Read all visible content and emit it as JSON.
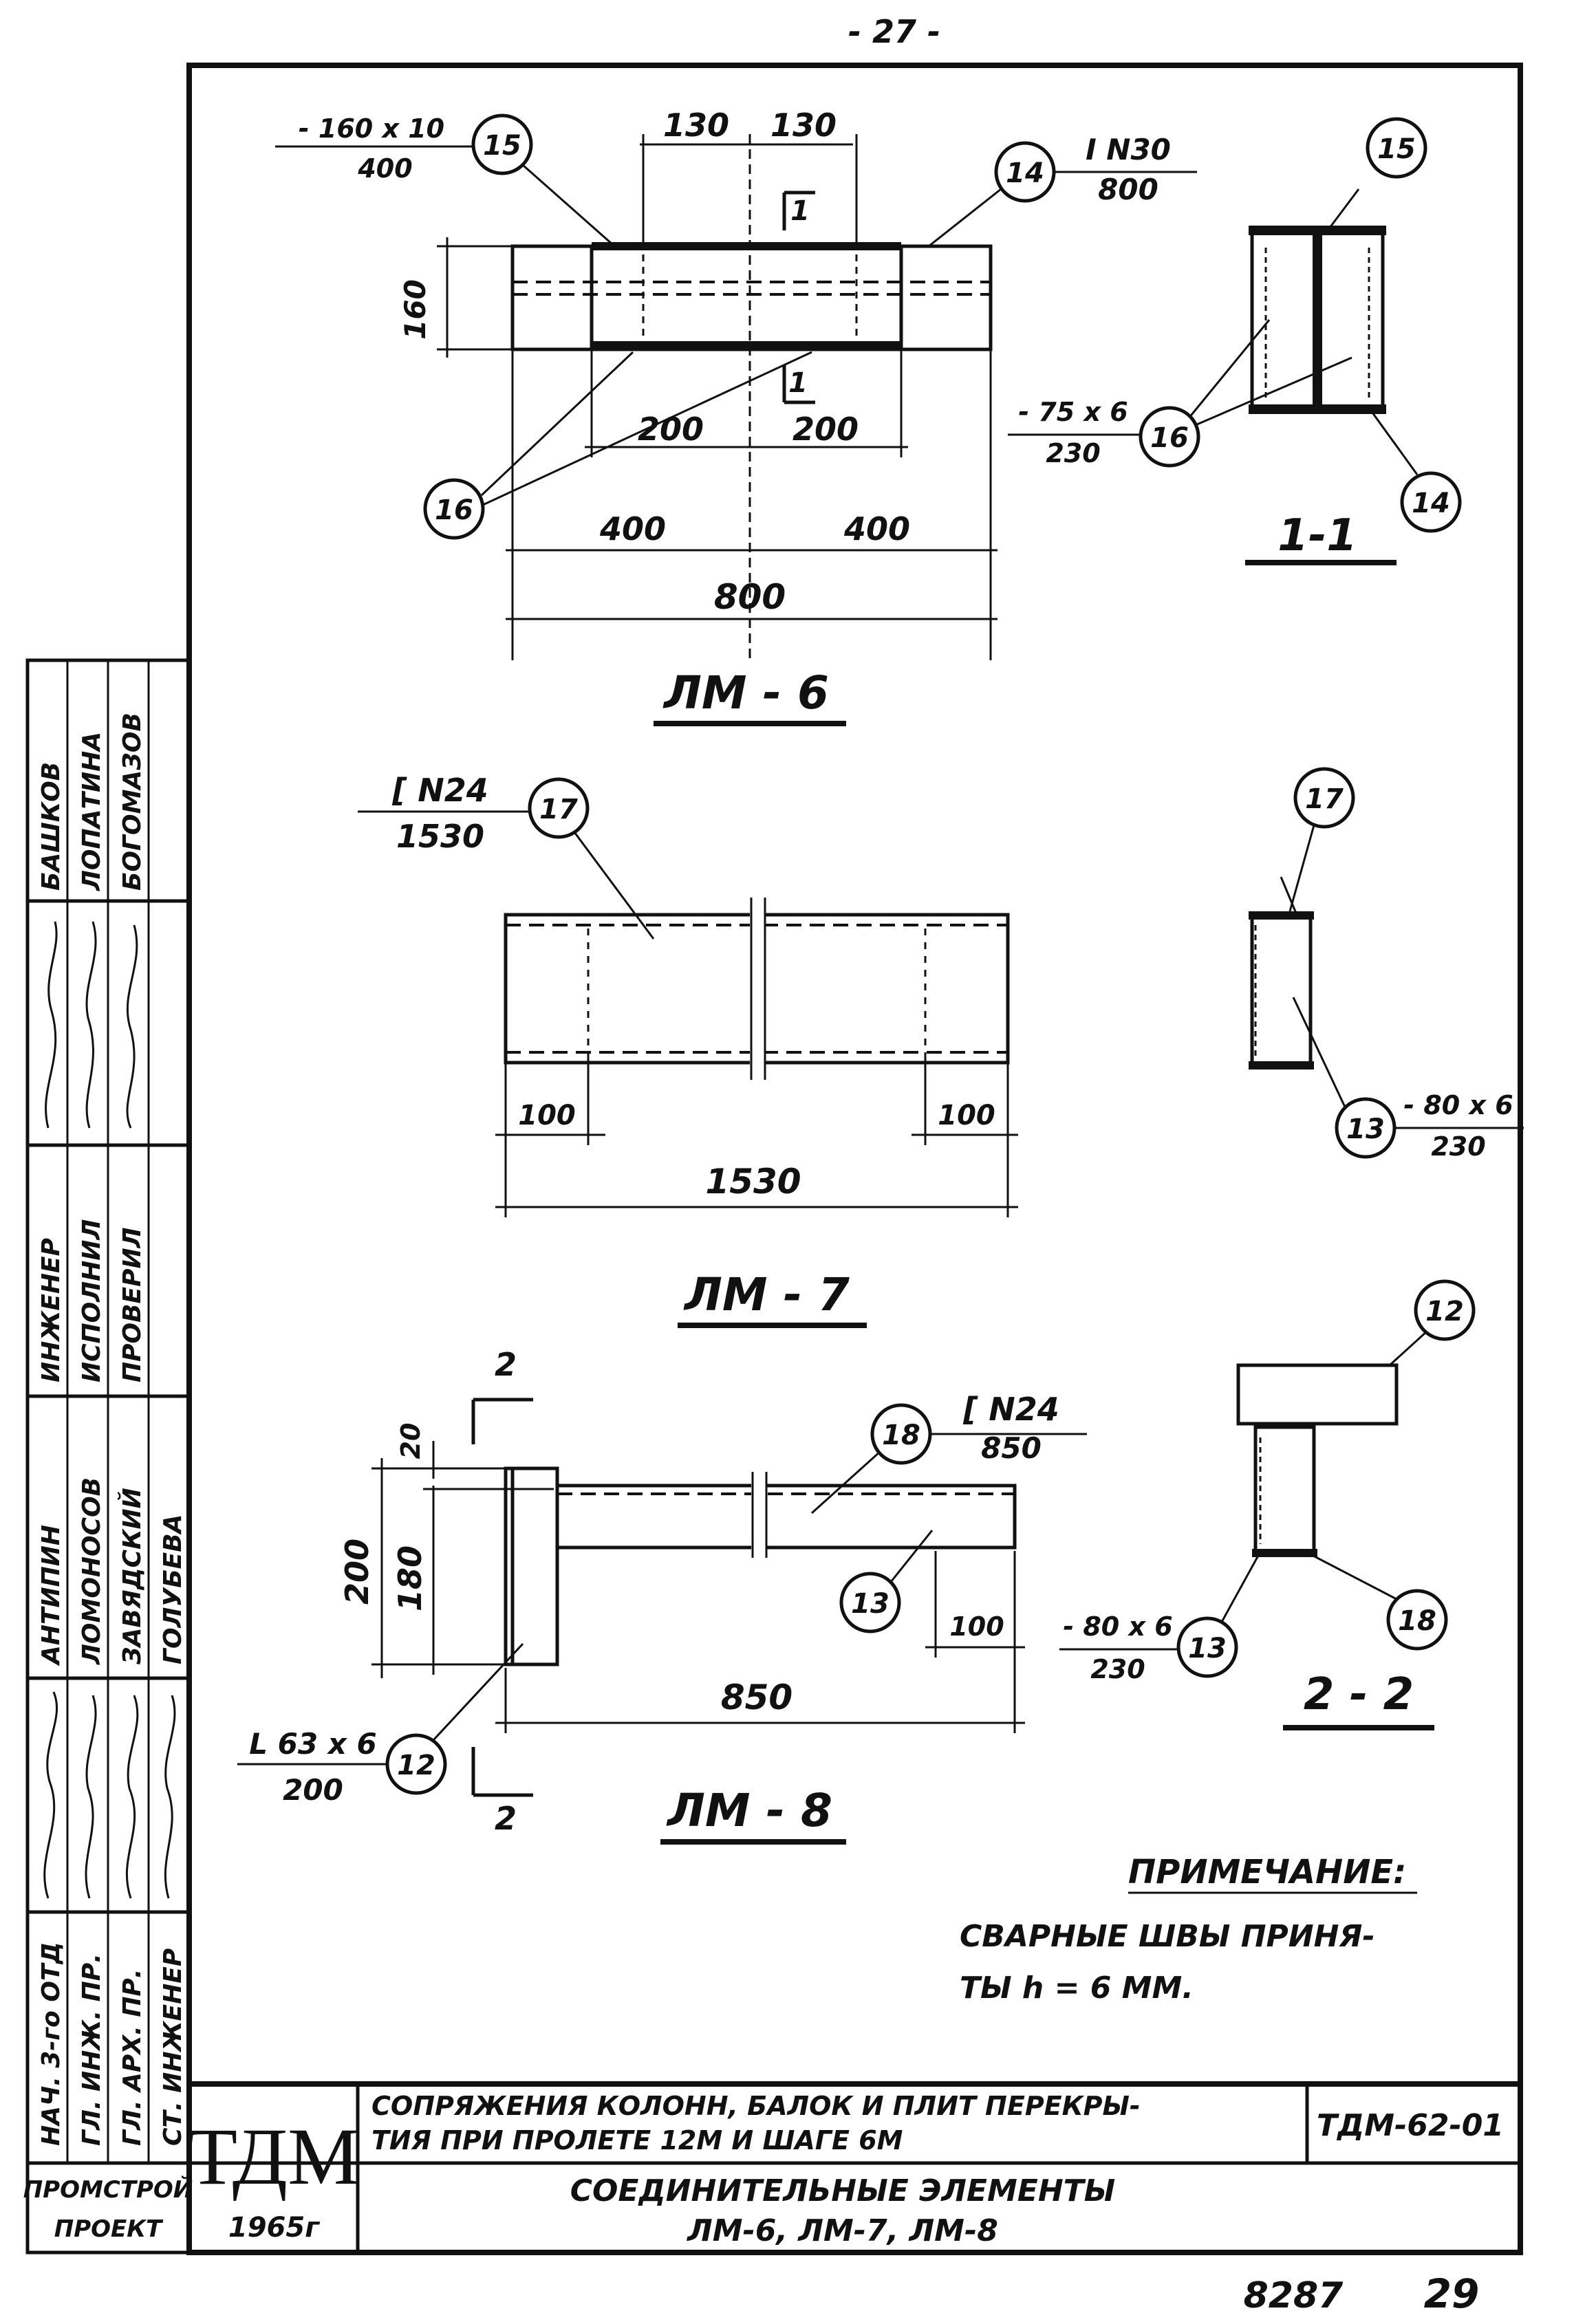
{
  "page": {
    "top_number": "- 27 -",
    "bottom_numbers": [
      "8287",
      "29"
    ]
  },
  "lm6": {
    "title": "ЛМ - 6",
    "section_title": "1-1",
    "section_mark": "1",
    "dims": {
      "d130a": "130",
      "d130b": "130",
      "d160": "160",
      "d200a": "200",
      "d200b": "200",
      "d400a": "400",
      "d400b": "400",
      "d800": "800"
    },
    "callouts": {
      "c15_label_top": "- 160 x 10",
      "c15_label_bottom": "400",
      "c14_label_top": "I N30",
      "c14_label_bottom": "800",
      "c16_label_top": "- 75 x 6",
      "c16_label_bottom": "230"
    },
    "numbers": {
      "n15": "15",
      "n14": "14",
      "n16": "16"
    }
  },
  "lm7": {
    "title": "ЛМ - 7",
    "dims": {
      "d100a": "100",
      "d100b": "100",
      "d1530": "1530"
    },
    "callouts": {
      "c17_label_top": "[ N24",
      "c17_label_bottom": "1530",
      "c13_label_top": "- 80 x 6",
      "c13_label_bottom": "230"
    },
    "numbers": {
      "n17": "17",
      "n13": "13"
    }
  },
  "lm8": {
    "title": "ЛМ - 8",
    "section_title": "2 - 2",
    "section_mark": "2",
    "dims": {
      "d20": "20",
      "d200": "200",
      "d180": "180",
      "d100": "100",
      "d850": "850"
    },
    "callouts": {
      "c18_label_top": "[ N24",
      "c18_label_bottom": "850",
      "c12_label_top": "L 63 x 6",
      "c12_label_bottom": "200",
      "c13_label_top": "- 80 x 6",
      "c13_label_bottom": "230"
    },
    "numbers": {
      "n18": "18",
      "n13": "13",
      "n12": "12"
    }
  },
  "note": {
    "title": "ПРИМЕЧАНИЕ:",
    "line1": "СВАРНЫЕ ШВЫ ПРИНЯ-",
    "line2": "ТЫ h = 6 ММ."
  },
  "titleblock": {
    "logo": "ТДМ",
    "org1": "ПРОМСТРОЙ",
    "org2": "ПРОЕКТ",
    "year": "1965г",
    "title1": "СОПРЯЖЕНИЯ КОЛОНН, БАЛОК И ПЛИТ ПЕРЕКРЫ-",
    "title2": "ТИЯ ПРИ ПРОЛЕТЕ 12М И ШАГЕ 6М",
    "code": "ТДМ-62-01",
    "subtitle1": "СОЕДИНИТЕЛЬНЫЕ ЭЛЕМЕНТЫ",
    "subtitle2": "ЛМ-6, ЛМ-7, ЛМ-8"
  },
  "side_stamp": {
    "roles": [
      "НАЧ. 3-го ОТД",
      "ГЛ. ИНЖ. ПР.",
      "ГЛ. АРХ. ПР.",
      "СТ. ИНЖЕНЕР"
    ],
    "role_names": [
      "АНТИПИН",
      "ЛОМОНОСОВ",
      "ЗАВЯДСКИЙ",
      "ГОЛУБЕВА"
    ],
    "positions": [
      "ИНЖЕНЕР",
      "ИСПОЛНИЛ",
      "ПРОВЕРИЛ"
    ],
    "names": [
      "БАШКОВ",
      "ЛОПАТИНА",
      "БОГОМАЗОВ"
    ]
  }
}
